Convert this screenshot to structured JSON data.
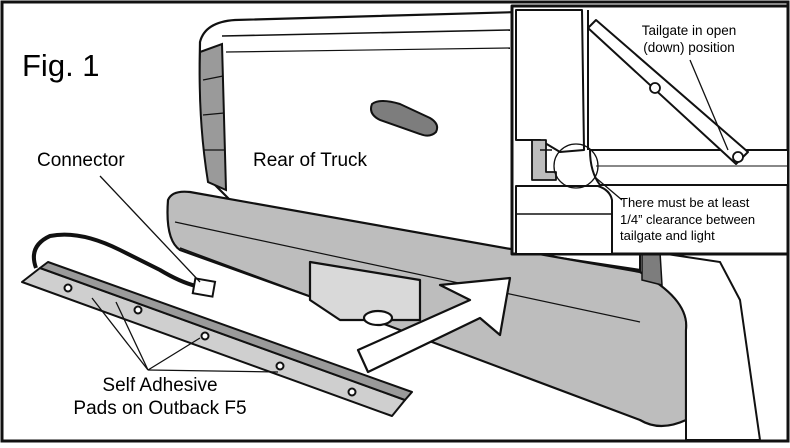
{
  "figure": {
    "label": "Fig. 1",
    "colors": {
      "outline": "#111111",
      "bumper_fill": "#bdbdbd",
      "light_fill": "#9a9a9a",
      "background": "#ffffff"
    }
  },
  "labels": {
    "connector": "Connector",
    "rear_of_truck": "Rear of Truck",
    "pads": [
      "Self Adhesive",
      "Pads on Outback F5"
    ]
  },
  "inset": {
    "title": [
      "Tailgate in open",
      "(down) position"
    ],
    "note": [
      "There must be at least",
      "1/4” clearance between",
      "tailgate and light"
    ]
  }
}
